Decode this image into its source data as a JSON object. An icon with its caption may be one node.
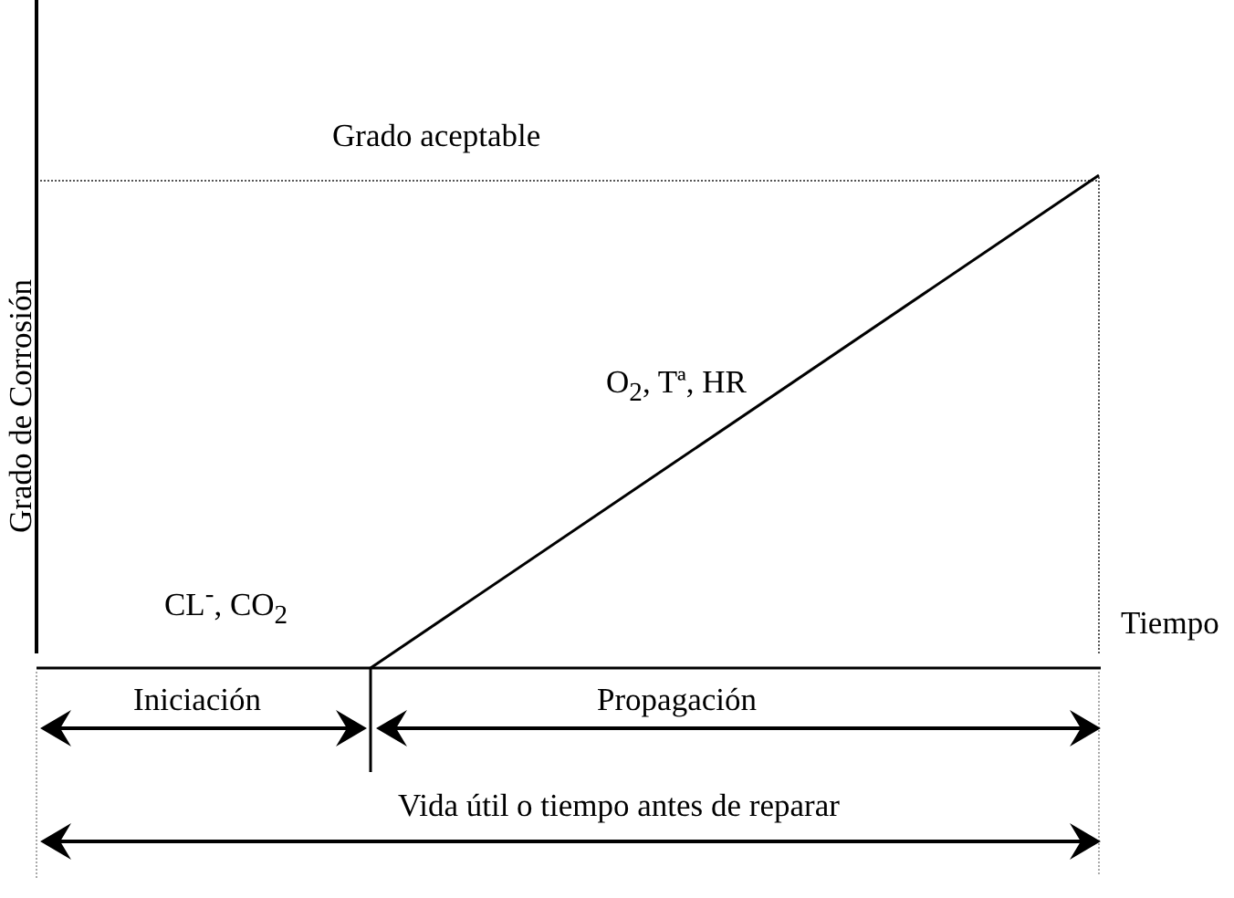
{
  "diagram": {
    "labels": [
      "Grado aceptable",
      "O$_{2}$, Tª, HR",
      "Grado de Corrosión",
      "CL$^{-}$, CO$_{2}$",
      "Tiempo",
      "Iniciación",
      "Propagación",
      "Vida útil o tiempo antes de reparar"
    ]
  }
}
